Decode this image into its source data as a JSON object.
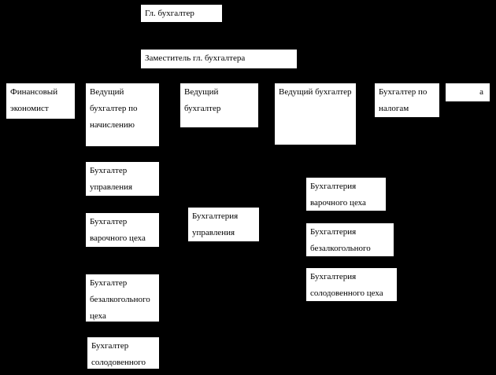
{
  "page": {
    "background_color": "#000000",
    "box_fill_color": "#ffffff",
    "box_text_color": "#000000"
  },
  "org_chart": {
    "nodes": [
      {
        "id": "chief-accountant",
        "label": "Гл. бухгалтер"
      },
      {
        "id": "deputy-chief-accountant",
        "label": "Заместитель гл. бухгалтера"
      },
      {
        "id": "financial-economist",
        "label": "Финансовый экономист"
      },
      {
        "id": "lead-accountant-accrual",
        "label": "Ведущий бухгалтер по начислению"
      },
      {
        "id": "lead-accountant-2",
        "label": "Ведущий бухгалтер"
      },
      {
        "id": "lead-accountant-3",
        "label": "Ведущий бухгалтер"
      },
      {
        "id": "tax-accountant",
        "label": "Бухгалтер по налогам"
      },
      {
        "id": "a-box",
        "label": "а"
      },
      {
        "id": "accountant-management",
        "label": "Бухгалтер управления"
      },
      {
        "id": "accountant-brewing",
        "label": "Бухгалтер варочного цеха"
      },
      {
        "id": "accountant-soft-drinks",
        "label": "Бухгалтер безалкогольного цеха"
      },
      {
        "id": "accountant-malt",
        "label": "Бухгалтер солодовенного"
      },
      {
        "id": "accounting-management",
        "label": "Бухгалтерия управления"
      },
      {
        "id": "accounting-brewing",
        "label": "Бухгалтерия варочного цеха"
      },
      {
        "id": "accounting-soft-drinks",
        "label": "Бухгалтерия безалкогольного"
      },
      {
        "id": "accounting-malt",
        "label": "Бухгалтерия солодовенного цеха"
      }
    ]
  }
}
